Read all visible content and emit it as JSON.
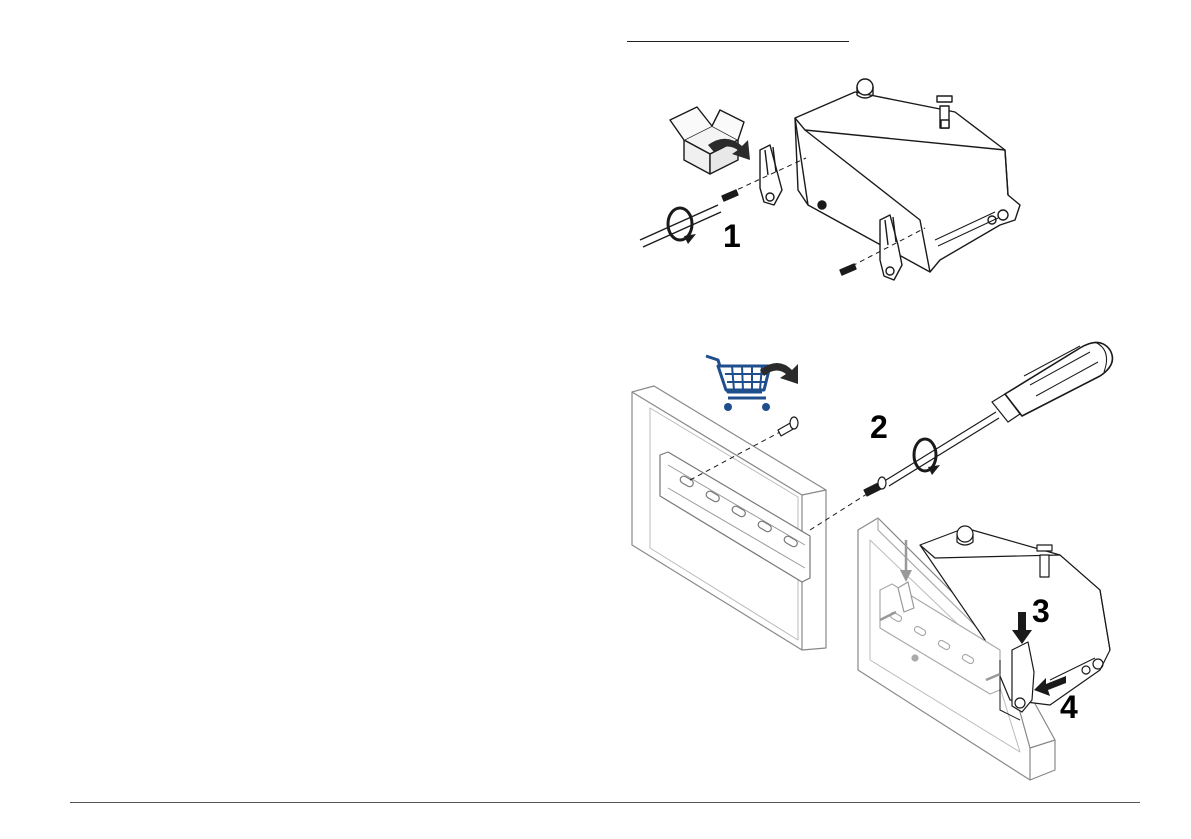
{
  "steps": [
    {
      "number": "1"
    },
    {
      "number": "2"
    },
    {
      "number": "3"
    },
    {
      "number": "4"
    }
  ],
  "colors": {
    "line": "#1a1a1a",
    "accent_cart": "#1f4e8c",
    "ghost": "#9a9a9a"
  },
  "icons": [
    "box-icon",
    "cart-icon",
    "rotate-arrow-icon",
    "push-arrow-icon"
  ]
}
